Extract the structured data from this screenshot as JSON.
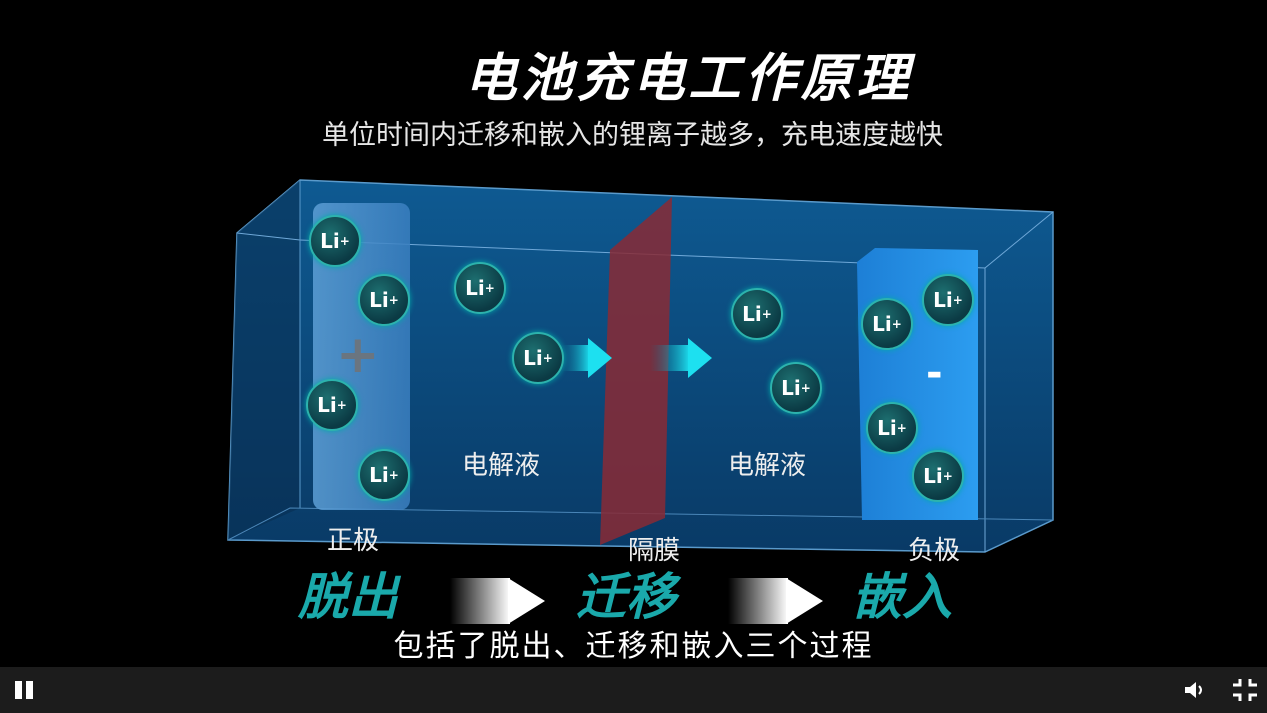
{
  "video": {
    "title": "电池充电工作原理",
    "subtitle": "单位时间内迁移和嵌入的锂离子越多，充电速度越快",
    "ion_label": "Li",
    "ion_charge": "+",
    "cathode_sign": "+",
    "anode_sign": "-",
    "labels": {
      "electrolyte_left": "电解液",
      "electrolyte_right": "电解液",
      "cathode": "正极",
      "separator": "隔膜",
      "anode": "负极"
    },
    "steps": [
      "脱出",
      "迁移",
      "嵌入"
    ],
    "caption": "包括了脱出、迁移和嵌入三个过程",
    "colors": {
      "accent": "#1aa9ab",
      "box": "#0d4a7e",
      "separator": "#8a2a35"
    }
  },
  "controls": {
    "play_state": "playing"
  }
}
